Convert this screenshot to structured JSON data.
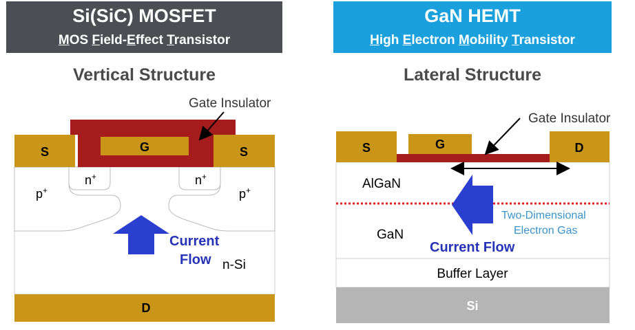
{
  "left": {
    "header_title": "Si(SiC) MOSFET",
    "header_sub_parts": [
      {
        "text": "M",
        "u": true
      },
      {
        "text": "OS ",
        "u": false
      },
      {
        "text": "F",
        "u": true
      },
      {
        "text": "ield-",
        "u": false
      },
      {
        "text": "E",
        "u": true
      },
      {
        "text": "ffect ",
        "u": false
      },
      {
        "text": "T",
        "u": true
      },
      {
        "text": "ransistor",
        "u": false
      }
    ],
    "subtitle": "Vertical Structure",
    "labels": {
      "gate_insulator": "Gate Insulator",
      "source_left": "S",
      "gate": "G",
      "source_right": "S",
      "n_plus": "n+",
      "p_plus": "p+",
      "current": "Current",
      "flow": "Flow",
      "n_si": "n-Si",
      "drain": "D"
    }
  },
  "right": {
    "header_title": "GaN HEMT",
    "header_sub_parts": [
      {
        "text": "H",
        "u": true
      },
      {
        "text": "igh ",
        "u": false
      },
      {
        "text": "E",
        "u": true
      },
      {
        "text": "lectron ",
        "u": false
      },
      {
        "text": "M",
        "u": true
      },
      {
        "text": "obility ",
        "u": false
      },
      {
        "text": "T",
        "u": true
      },
      {
        "text": "ransistor",
        "u": false
      }
    ],
    "subtitle": "Lateral Structure",
    "labels": {
      "gate_insulator": "Gate Insulator",
      "source": "S",
      "gate": "G",
      "drain": "D",
      "algan": "AlGaN",
      "two_deg_1": "Two-Dimensional",
      "two_deg_2": "Electron Gas",
      "gan": "GaN",
      "current_flow": "Current Flow",
      "buffer": "Buffer Layer",
      "si": "Si"
    }
  },
  "colors": {
    "left_header": "#4b4f53",
    "right_header": "#1aa0dc",
    "metal": "#c9961a",
    "insulator": "#a51c1c",
    "arrow": "#2a3fd0",
    "gas": "#3a93c9",
    "si_gray": "#b5b5b5",
    "text_blue": "#2633b8"
  }
}
